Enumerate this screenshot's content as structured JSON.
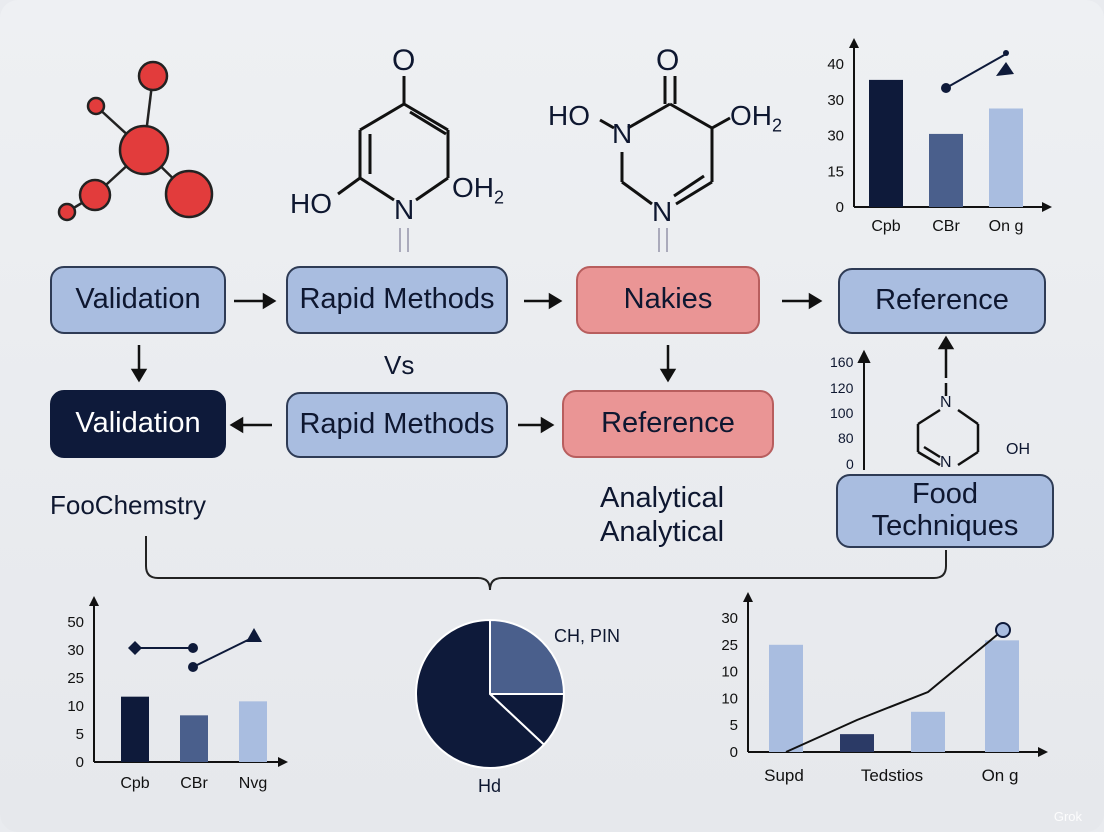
{
  "flow": {
    "row1": {
      "validation": "Validation",
      "rapid_methods": "Rapid Methods",
      "nakies": "Nakies",
      "reference": "Reference"
    },
    "row2": {
      "validation": "Validation",
      "vs": "Vs",
      "rapid_methods": "Rapid Methods",
      "reference": "Reference"
    },
    "foochemstry": "FooChemstry",
    "analytical_1": "Analytical",
    "analytical_2": "Analytical",
    "food_techniques_1": "Food",
    "food_techniques_2": "Techniques"
  },
  "molecules": {
    "pyridinone": {
      "o": "O",
      "ho": "HO",
      "n": "N",
      "oh2": "OH",
      "sub2": "2"
    },
    "pyrimidine": {
      "o": "O",
      "ho": "HO",
      "n1": "N",
      "oh2": "OH",
      "sub2": "2",
      "n2": "N"
    },
    "piperazine": {
      "n_top": "N",
      "n_bot": "N",
      "oh": "OH"
    }
  },
  "mini_axis": {
    "ticks": [
      "160",
      "120",
      "100",
      "80",
      "0"
    ]
  },
  "pie": {
    "label_top": "CH, PIN",
    "label_bottom": "Hd"
  },
  "watermark": "Grok",
  "chart_data": [
    {
      "type": "bar",
      "title": "",
      "categories": [
        "Cpb",
        "CBr",
        "On g"
      ],
      "values": [
        40,
        23,
        31
      ],
      "yticks": [
        "40",
        "30",
        "30",
        "15",
        "0"
      ],
      "ylim": [
        0,
        45
      ],
      "colors": [
        "#0e1a3a",
        "#4a5f8c",
        "#a9bde0"
      ]
    },
    {
      "type": "bar",
      "title": "",
      "categories": [
        "Cpb",
        "CBr",
        "Nvg"
      ],
      "values": [
        14,
        10,
        13
      ],
      "yticks": [
        "50",
        "30",
        "25",
        "10",
        "5",
        "0"
      ],
      "ylim": [
        0,
        30
      ],
      "colors": [
        "#0e1a3a",
        "#4a5f8c",
        "#a9bde0"
      ]
    },
    {
      "type": "pie",
      "title": "",
      "values": [
        25,
        12,
        63
      ],
      "colors": [
        "#4a5f8c",
        "#0e1a3a",
        "#0e1a3a"
      ]
    },
    {
      "type": "bar",
      "title": "",
      "categories": [
        "Supd",
        "Tedstios",
        "On g"
      ],
      "values": [
        24,
        4,
        9,
        25
      ],
      "yticks": [
        "30",
        "25",
        "10",
        "10",
        "5",
        "0"
      ],
      "ylim": [
        0,
        30
      ],
      "colors": [
        "#a9bde0",
        "#2b3a66",
        "#a9bde0",
        "#a9bde0"
      ]
    }
  ]
}
